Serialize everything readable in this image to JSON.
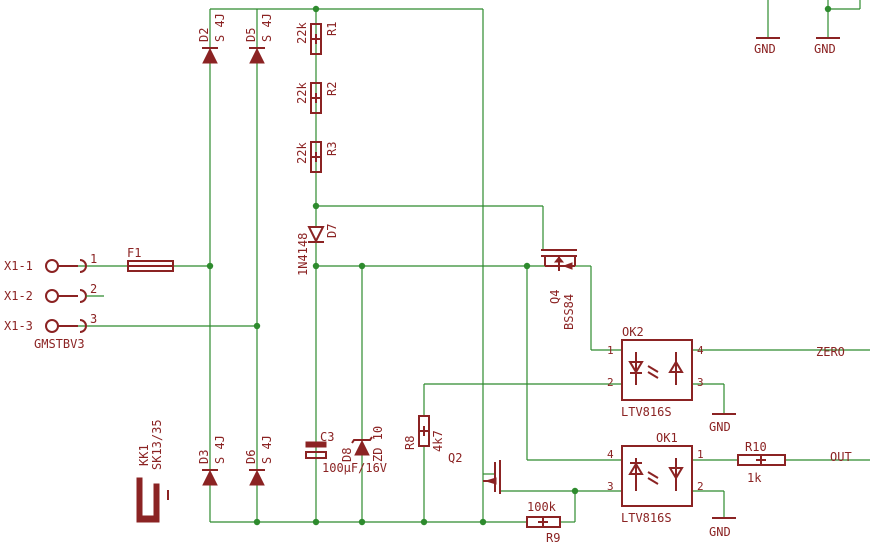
{
  "connector": {
    "pins": [
      "X1-1",
      "X1-2",
      "X1-3"
    ],
    "pin_numbers": [
      "1",
      "2",
      "3"
    ],
    "part": "GMSTBV3"
  },
  "fuse": {
    "name": "F1"
  },
  "diodes": {
    "d2": {
      "name": "D2",
      "value": "S 4J"
    },
    "d5": {
      "name": "D5",
      "value": "S 4J"
    },
    "d3": {
      "name": "D3",
      "value": "S 4J"
    },
    "d6": {
      "name": "D6",
      "value": "S 4J"
    },
    "d7": {
      "name": "D7",
      "value": "1N4148"
    },
    "d8": {
      "name": "D8",
      "value": "ZD 10"
    }
  },
  "resistors": {
    "r1": {
      "name": "R1",
      "value": "22k"
    },
    "r2": {
      "name": "R2",
      "value": "22k"
    },
    "r3": {
      "name": "R3",
      "value": "22k"
    },
    "r8": {
      "name": "R8",
      "value": "4k7"
    },
    "r9": {
      "name": "R9",
      "value": "100k"
    },
    "r10": {
      "name": "R10",
      "value": "1k"
    }
  },
  "capacitor": {
    "name": "C3",
    "value": "100µF/16V"
  },
  "heatsink": {
    "name": "KK1",
    "value": "SK13/35"
  },
  "transistors": {
    "q4": {
      "name": "Q4",
      "value": "BSS84"
    },
    "q2": {
      "name": "Q2"
    }
  },
  "optocouplers": {
    "ok2": {
      "name": "OK2",
      "value": "LTV816S",
      "pins": [
        "1",
        "2",
        "3",
        "4"
      ]
    },
    "ok1": {
      "name": "OK1",
      "value": "LTV816S",
      "pins": [
        "1",
        "2",
        "3",
        "4"
      ]
    }
  },
  "nets": {
    "gnd": "GND",
    "zero": "ZERO",
    "out": "OUT"
  }
}
